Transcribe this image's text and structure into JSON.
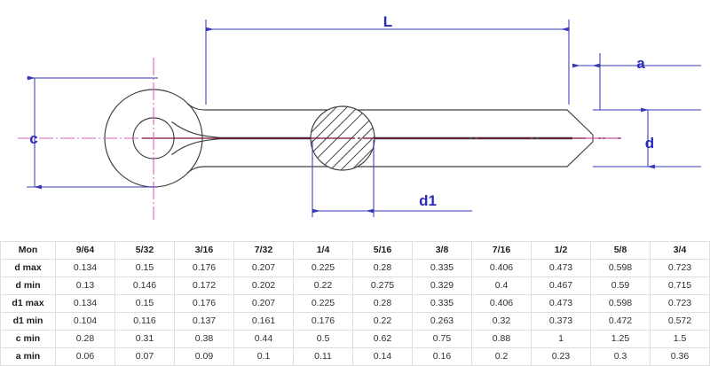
{
  "drawing": {
    "title": "cotter-pin-dimensioned-drawing",
    "labels": {
      "length": "L",
      "tip_bevel": "a",
      "eye_diameter": "c",
      "pin_thickness": "d",
      "shank_diameter": "d1"
    },
    "colors": {
      "dimension_line": "#3a3ab4",
      "dimension_text": "#2b2bbb",
      "outline": "#3d3d3d",
      "centerline_horizontal": "#7a1040",
      "centerline_vertical": "#e060b8",
      "hatch": "#4a4a4a"
    }
  },
  "table": {
    "name": "cotter-pin-dimension-table",
    "columns": [
      "Mon",
      "9/64",
      "5/32",
      "3/16",
      "7/32",
      "1/4",
      "5/16",
      "3/8",
      "7/16",
      "1/2",
      "5/8",
      "3/4"
    ],
    "rows": [
      {
        "label": "d max",
        "values": [
          "0.134",
          "0.15",
          "0.176",
          "0.207",
          "0.225",
          "0.28",
          "0.335",
          "0.406",
          "0.473",
          "0.598",
          "0.723"
        ]
      },
      {
        "label": "d min",
        "values": [
          "0.13",
          "0.146",
          "0.172",
          "0.202",
          "0.22",
          "0.275",
          "0.329",
          "0.4",
          "0.467",
          "0.59",
          "0.715"
        ]
      },
      {
        "label": "d1 max",
        "values": [
          "0.134",
          "0.15",
          "0.176",
          "0.207",
          "0.225",
          "0.28",
          "0.335",
          "0.406",
          "0.473",
          "0.598",
          "0.723"
        ]
      },
      {
        "label": "d1 min",
        "values": [
          "0.104",
          "0.116",
          "0.137",
          "0.161",
          "0.176",
          "0.22",
          "0.263",
          "0.32",
          "0.373",
          "0.472",
          "0.572"
        ]
      },
      {
        "label": "c min",
        "values": [
          "0.28",
          "0.31",
          "0.38",
          "0.44",
          "0.5",
          "0.62",
          "0.75",
          "0.88",
          "1",
          "1.25",
          "1.5"
        ]
      },
      {
        "label": "a min",
        "values": [
          "0.06",
          "0.07",
          "0.09",
          "0.1",
          "0.11",
          "0.14",
          "0.16",
          "0.2",
          "0.23",
          "0.3",
          "0.36"
        ]
      }
    ]
  }
}
